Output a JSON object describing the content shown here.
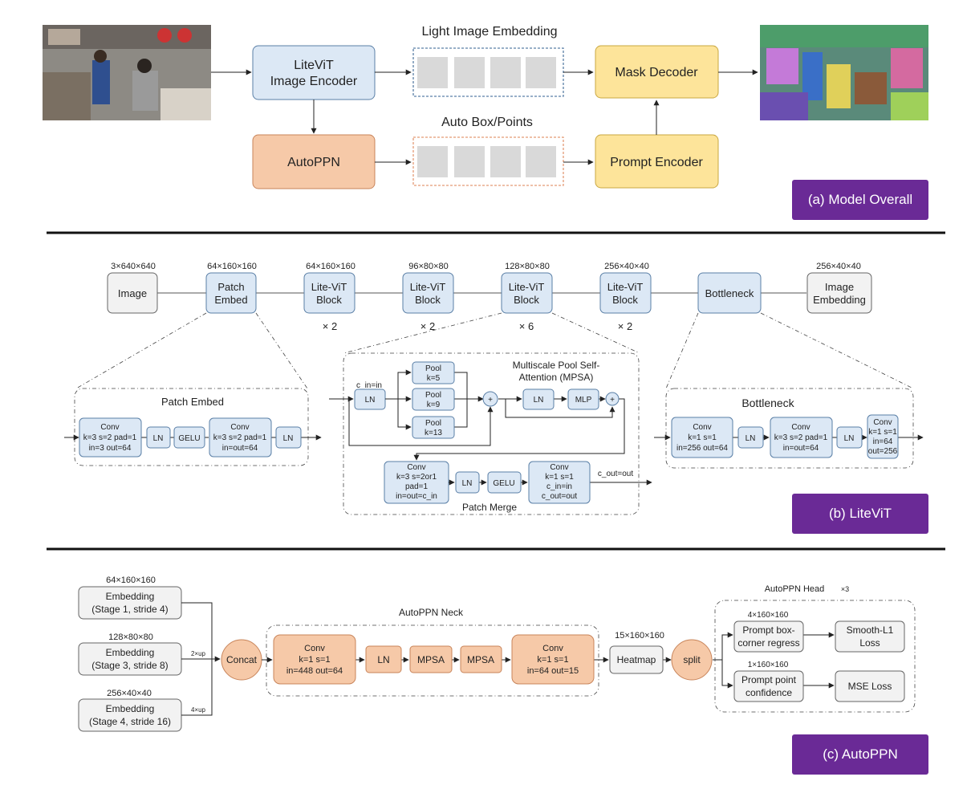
{
  "section_a": {
    "light_image_embedding": "Light Image Embedding",
    "auto_box_points": "Auto Box/Points",
    "litevit_line1": "LiteViT",
    "litevit_line2": "Image Encoder",
    "autoppn": "AutoPPN",
    "mask_decoder": "Mask Decoder",
    "prompt_encoder": "Prompt Encoder",
    "caption": "(a) Model Overall"
  },
  "section_b": {
    "dims": [
      "3×640×640",
      "64×160×160",
      "64×160×160",
      "96×80×80",
      "128×80×80",
      "256×40×40",
      "256×40×40"
    ],
    "image": "Image",
    "patch_embed_l1": "Patch",
    "patch_embed_l2": "Embed",
    "block_l1": "Lite-ViT",
    "block_l2": "Block",
    "bottleneck": "Bottleneck",
    "image_embedding_l1": "Image",
    "image_embedding_l2": "Embedding",
    "repeats": [
      "× 2",
      "× 2",
      "× 6",
      "× 2"
    ],
    "patch_embed_title": "Patch Embed",
    "pe_conv1": [
      "Conv",
      "k=3 s=2 pad=1",
      "in=3 out=64"
    ],
    "pe_conv2": [
      "Conv",
      "k=3 s=2 pad=1",
      "in=out=64"
    ],
    "ln": "LN",
    "gelu": "GELU",
    "mpsa_title_l1": "Multiscale Pool Self-",
    "mpsa_title_l2": "Attention (MPSA)",
    "c_in": "c_in=in",
    "pool1": [
      "Pool",
      "k=5"
    ],
    "pool2": [
      "Pool",
      "k=9"
    ],
    "pool3": [
      "Pool",
      "k=13"
    ],
    "plus": "+",
    "mlp": "MLP",
    "pm_conv1": [
      "Conv",
      "k=3 s=2or1",
      "pad=1",
      "in=out=c_in"
    ],
    "pm_conv2": [
      "Conv",
      "k=1 s=1",
      "c_in=in",
      "c_out=out"
    ],
    "c_out": "c_out=out",
    "patch_merge": "Patch Merge",
    "bottleneck_title": "Bottleneck",
    "bn_conv1": [
      "Conv",
      "k=1 s=1",
      "in=256 out=64"
    ],
    "bn_conv2": [
      "Conv",
      "k=3 s=2 pad=1",
      "in=out=64"
    ],
    "bn_conv3": [
      "Conv",
      "k=1 s=1",
      "in=64",
      "out=256"
    ],
    "caption": "(b) LiteViT"
  },
  "section_c": {
    "emb1_dim": "64×160×160",
    "emb1": [
      "Embedding",
      "(Stage 1, stride 4)"
    ],
    "emb2_dim": "128×80×80",
    "emb2": [
      "Embedding",
      "(Stage 3, stride 8)"
    ],
    "emb3_dim": "256×40×40",
    "emb3": [
      "Embedding",
      "(Stage 4, stride 16)"
    ],
    "up2": "2×up",
    "up4": "4×up",
    "concat": "Concat",
    "neck_title": "AutoPPN Neck",
    "neck_conv1": [
      "Conv",
      "k=1 s=1",
      "in=448 out=64"
    ],
    "ln": "LN",
    "mpsa": "MPSA",
    "neck_conv2": [
      "Conv",
      "k=1 s=1",
      "in=64 out=15"
    ],
    "heatmap_dim": "15×160×160",
    "heatmap": "Heatmap",
    "split": "split",
    "head_title": "AutoPPN Head",
    "head_times": "×3",
    "box_dim": "4×160×160",
    "box": [
      "Prompt box-",
      "corner regress"
    ],
    "smooth_l1": [
      "Smooth-L1",
      "Loss"
    ],
    "pt_dim": "1×160×160",
    "point": [
      "Prompt point",
      "confidence"
    ],
    "mse": "MSE Loss",
    "caption": "(c) AutoPPN"
  },
  "colors": {
    "blue_fill": "#dce8f5",
    "blue_stroke": "#5a7fa6",
    "orange_fill": "#f6c9a8",
    "orange_stroke": "#c8845a",
    "yellow_fill": "#fde49a",
    "yellow_stroke": "#c9a740",
    "gray_fill": "#f2f2f2",
    "purple": "#6a2a96"
  }
}
